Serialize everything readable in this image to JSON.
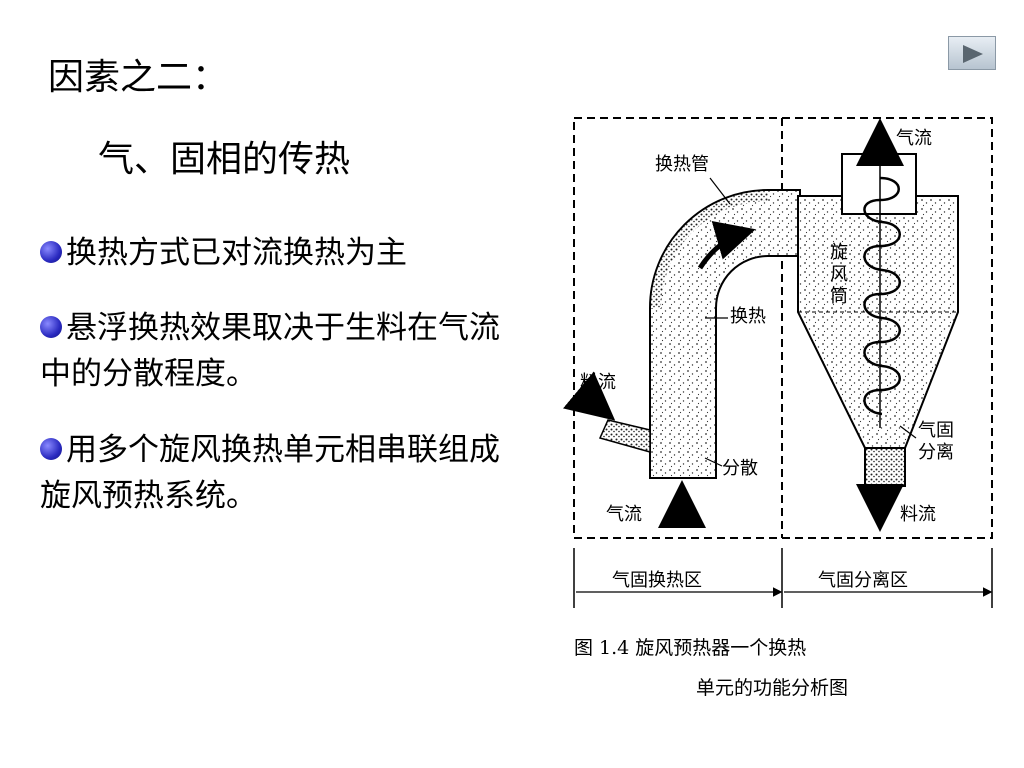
{
  "slide": {
    "title": "因素之二：",
    "subtitle": "气、固相的传热",
    "bullets": [
      "换热方式已对流换热为主",
      "悬浮换热效果取决于生料在气流中的分散程度。",
      "用多个旋风换热单元相串联组成旋风预热系统。"
    ]
  },
  "nav": {
    "icon": "play-right-icon"
  },
  "diagram": {
    "labels": {
      "tube": "换热管",
      "cyclone_chars": [
        "旋",
        "风",
        "筒"
      ],
      "exchange": "换热",
      "material_in": "料流",
      "disperse": "分散",
      "gas_in": "气流",
      "gas_out": "气流",
      "separation": [
        "气固",
        "分离"
      ],
      "material_out": "料流"
    },
    "zones": [
      "气固换热区",
      "气固分离区"
    ],
    "caption": [
      "图 1.4   旋风预热器一个换热",
      "单元的功能分析图"
    ]
  },
  "colors": {
    "bullet": "#2a2ac0",
    "nav_bg": "#c8d3dd"
  }
}
